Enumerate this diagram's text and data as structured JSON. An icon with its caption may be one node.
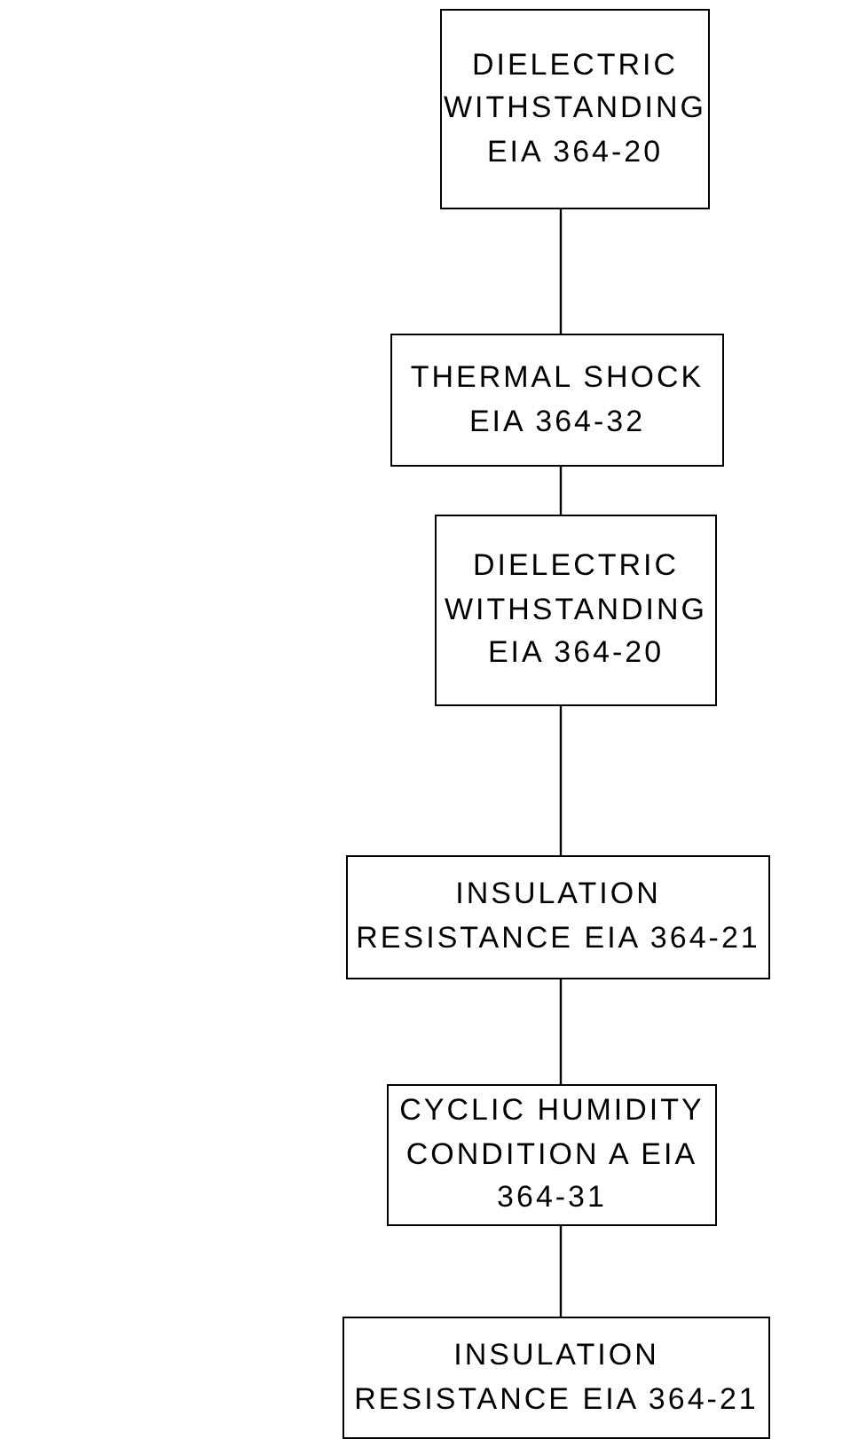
{
  "diagram": {
    "nodes": [
      {
        "text": [
          "DIELECTRIC WITHSTANDING EIA 364-20"
        ]
      },
      {
        "text": [
          "THERMAL SHOCK EIA 364-32"
        ]
      },
      {
        "text": [
          "DIELECTRIC WITHSTANDING EIA 364-20"
        ]
      },
      {
        "text": [
          "INSULATION RESISTANCE EIA 364-21"
        ]
      },
      {
        "text": [
          "CYCLIC HUMIDITY CONDITION A EIA 364-31"
        ]
      },
      {
        "text": [
          "INSULATION RESISTANCE EIA 364-21"
        ]
      }
    ],
    "edges": [
      {
        "from": 0,
        "to": 1,
        "arrow": "none"
      },
      {
        "from": 1,
        "to": 2,
        "arrow": "none"
      },
      {
        "from": 2,
        "to": 3,
        "arrow": "none"
      },
      {
        "from": 3,
        "to": 4,
        "arrow": "none"
      },
      {
        "from": 4,
        "to": 5,
        "arrow": "none"
      }
    ]
  }
}
